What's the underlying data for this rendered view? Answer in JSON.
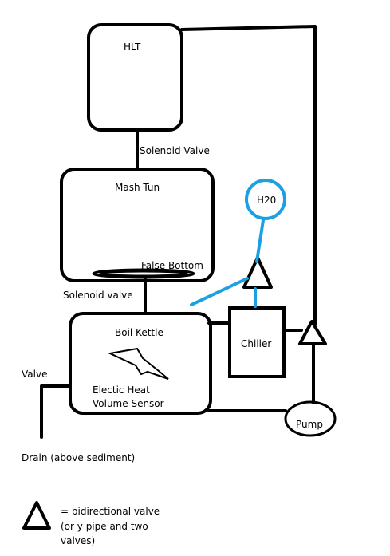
{
  "labels": {
    "hlt": "HLT",
    "solenoid_valve_1": "Solenoid Valve",
    "mash_tun": "Mash Tun",
    "h2o": "H20",
    "false_bottom": "False Bottom",
    "solenoid_valve_2": "Solenoid valve",
    "boil_kettle": "Boil Kettle",
    "chiller": "Chiller",
    "valve": "Valve",
    "electric_heat": "Electic Heat",
    "volume_sensor": "Volume Sensor",
    "pump": "Pump",
    "drain": "Drain (above sediment)"
  },
  "legend": {
    "line1": "= bidirectional valve",
    "line2": "(or y pipe and two",
    "line3": "valves)"
  },
  "colors": {
    "line": "#000000",
    "water_line": "#1ba1e2"
  }
}
